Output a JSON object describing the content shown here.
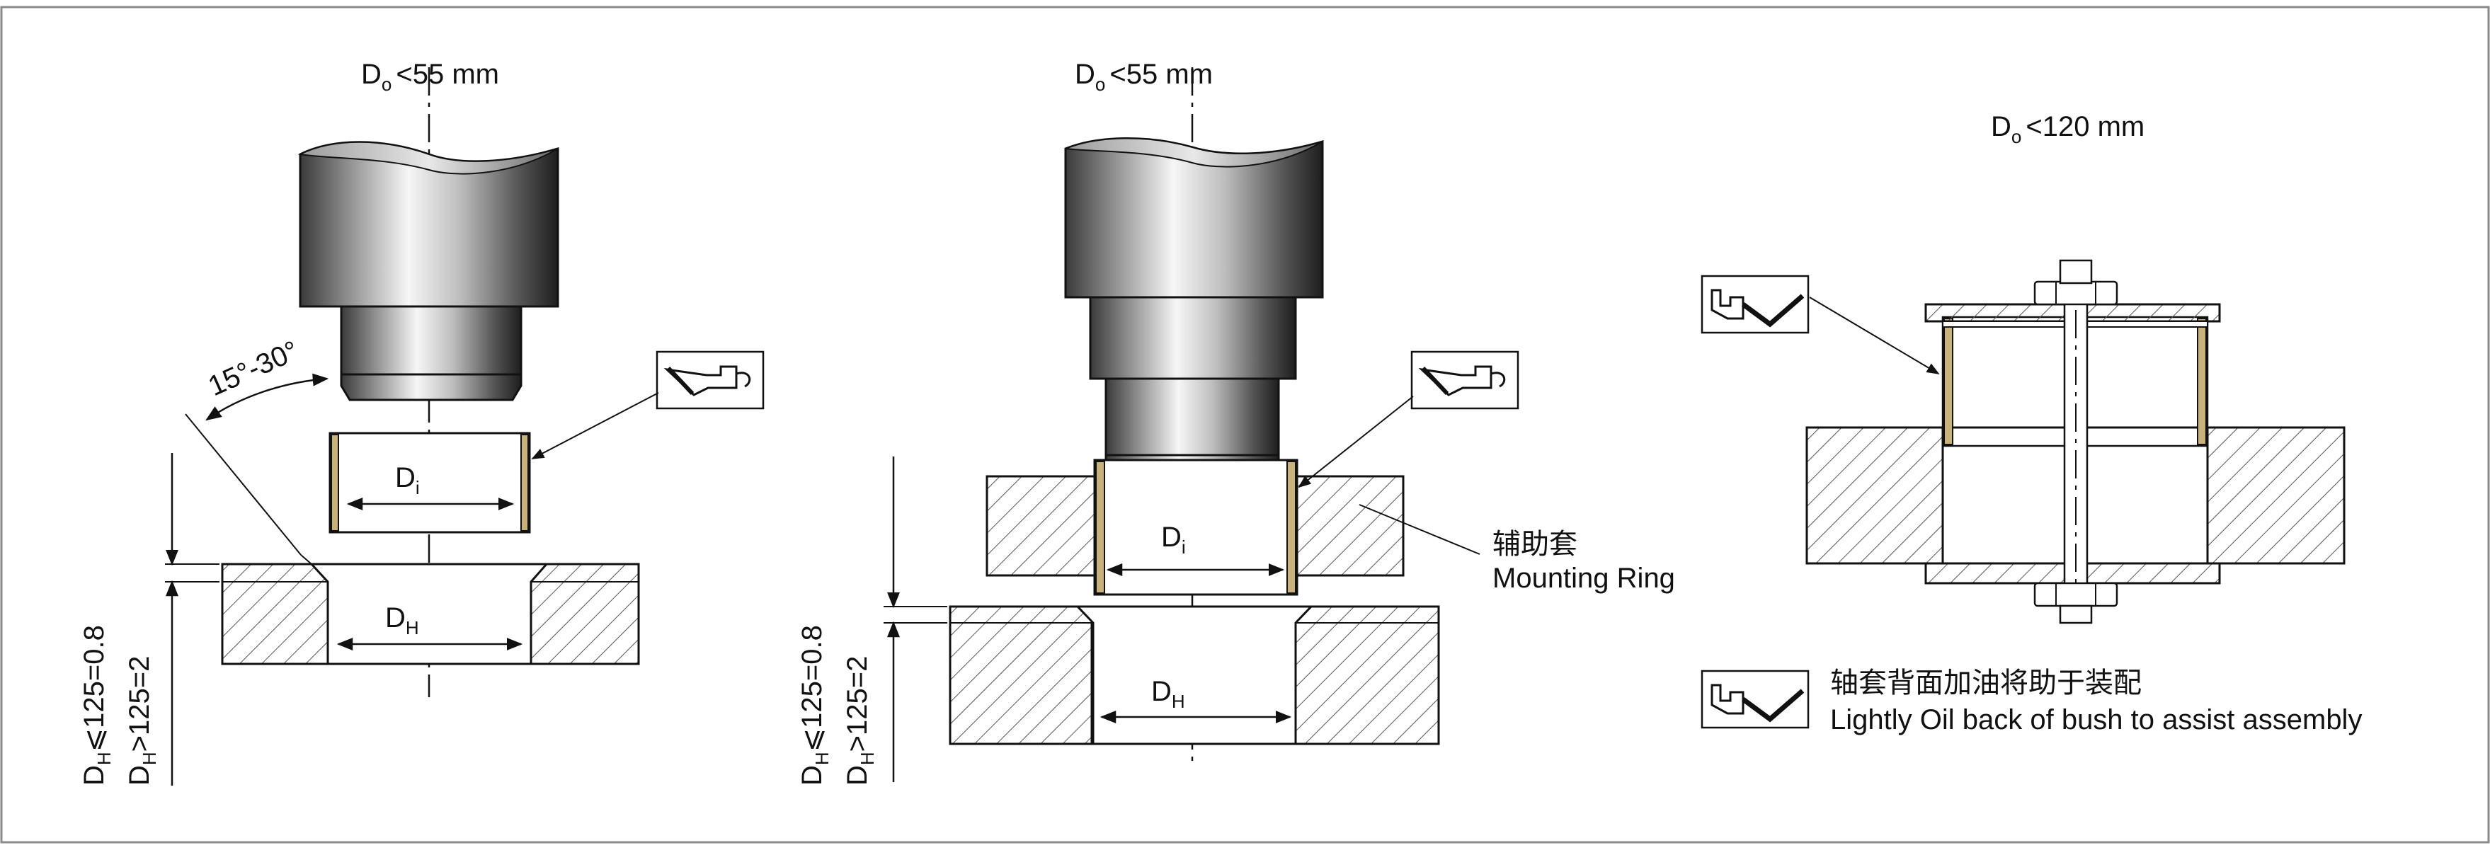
{
  "colors": {
    "line": "#111111",
    "frame": "#8a8a8a",
    "hatch": "#444444",
    "steel_dark": "#2e2e2e",
    "steel_light": "#f4f4f4",
    "bush_band": "#c9b27a"
  },
  "panel_left": {
    "diameter_label": {
      "main": "D",
      "sub": "o",
      "rest": "<55 mm"
    },
    "angle_label": "15°-30°",
    "bush_dim": {
      "main": "D",
      "sub": "i"
    },
    "housing_dim": {
      "main": "D",
      "sub": "H"
    },
    "chamfer_rule_1": {
      "main": "D",
      "sub": "H",
      "rest": "⩽125=0.8"
    },
    "chamfer_rule_2": {
      "main": "D",
      "sub": "H",
      "rest": ">125=2"
    },
    "oil_icon": "oil-can-icon"
  },
  "panel_middle": {
    "diameter_label": {
      "main": "D",
      "sub": "o",
      "rest": "<55 mm"
    },
    "bush_dim": {
      "main": "D",
      "sub": "i"
    },
    "housing_dim": {
      "main": "D",
      "sub": "H"
    },
    "ring_label_cn": "辅助套",
    "ring_label_en": "Mounting Ring",
    "chamfer_rule_1": {
      "main": "D",
      "sub": "H",
      "rest": "⩽125=0.8"
    },
    "chamfer_rule_2": {
      "main": "D",
      "sub": "H",
      "rest": ">125=2"
    },
    "oil_icon": "oil-can-icon"
  },
  "panel_right": {
    "diameter_label": {
      "main": "D",
      "sub": "o",
      "rest": "<120 mm"
    },
    "oil_icon": "oil-can-icon"
  },
  "legend": {
    "icon": "oil-can-icon",
    "text_cn": "轴套背面加油将助于装配",
    "text_en": "Lightly Oil back of bush to assist assembly"
  }
}
